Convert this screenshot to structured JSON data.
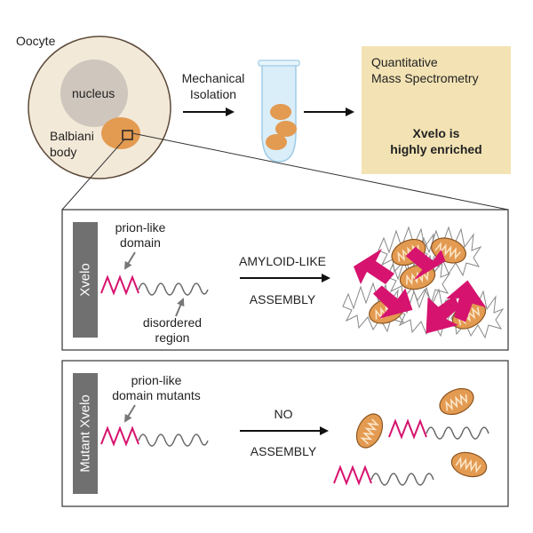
{
  "top": {
    "oocyte_label": "Oocyte",
    "nucleus_label": "nucleus",
    "balbiani_label_line1": "Balbiani",
    "balbiani_label_line2": "body",
    "isolation_line1": "Mechanical",
    "isolation_line2": "Isolation",
    "ms_line1": "Quantitative",
    "ms_line2": "Mass Spectrometry",
    "result_line1": "Xvelo is",
    "result_line2": "highly enriched"
  },
  "panel_wt": {
    "tab_label": "Xvelo",
    "prion_line1": "prion-like",
    "prion_line2": "domain",
    "disordered_line1": "disordered",
    "disordered_line2": "region",
    "arrow_top": "AMYLOID-LIKE",
    "arrow_bottom": "ASSEMBLY"
  },
  "panel_mut": {
    "tab_label": "Mutant Xvelo",
    "prion_line1": "prion-like",
    "prion_line2": "domain mutants",
    "arrow_top": "NO",
    "arrow_bottom": "ASSEMBLY"
  },
  "colors": {
    "pink": "#d6136e",
    "orange": "#e39a51",
    "cell_fill": "#f3e9d8",
    "nucleus": "#cfc6bd",
    "ms_box": "#f3e3b4",
    "tab": "#707070"
  }
}
